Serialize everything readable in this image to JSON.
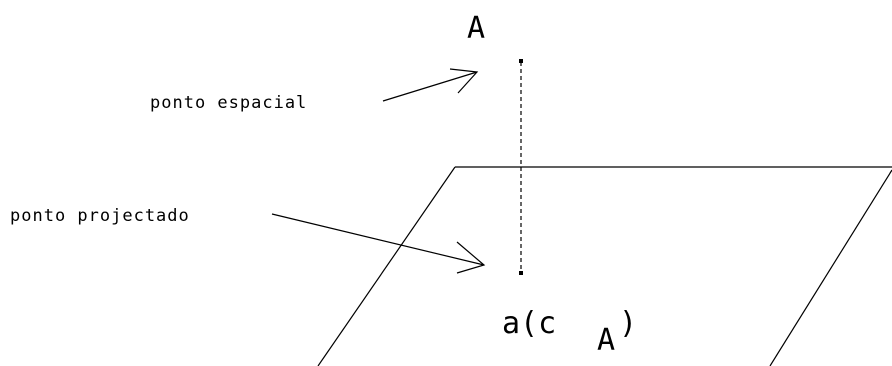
{
  "labels": {
    "point_name": "A",
    "spatial_label": "ponto espacial",
    "projected_label": "ponto projectado",
    "projection_main": "a(c",
    "projection_sub": "A",
    "projection_close": ")"
  },
  "colors": {
    "line": "#000000",
    "background": "#ffffff"
  }
}
